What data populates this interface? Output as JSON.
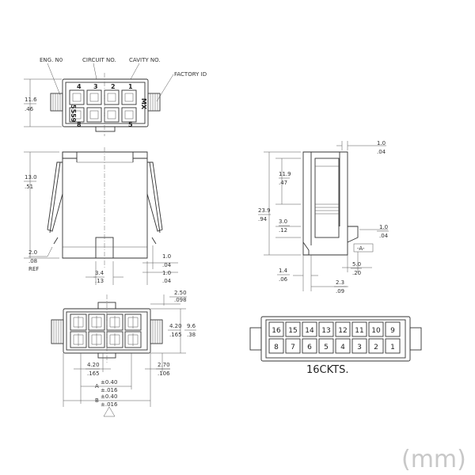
{
  "labels": {
    "eng_no": "ENG. N0",
    "circuit_no": "CIRCUIT NO.",
    "cavity_no": "CAVITY NO.",
    "factory_id": "FACTORY ID",
    "part_mark": "5559",
    "mx_mark": "MX",
    "circuit_count": "16CKTS.",
    "unit": "(mm)",
    "datum_a": "-A-",
    "dim_a_label": "A",
    "dim_b_label": "B"
  },
  "top_view": {
    "top_numbers": [
      "4",
      "3",
      "2",
      "1"
    ],
    "bottom_numbers": [
      "8",
      "5"
    ],
    "dim_height": [
      "11.6",
      ".46"
    ]
  },
  "front_view": {
    "dim_height": [
      "13.0",
      ".51"
    ],
    "dim_offset": [
      "2.0",
      ".08",
      "REF"
    ],
    "dim_bottom_a": [
      "3.4",
      ".13"
    ],
    "dim_right_a": [
      "1.0",
      ".04"
    ],
    "dim_right_b": [
      "1.0",
      ".04"
    ]
  },
  "side_view": {
    "dim_top": [
      "1.0",
      ".04"
    ],
    "dim_upper": [
      "11.9",
      ".47"
    ],
    "dim_total": [
      "23.9",
      ".94"
    ],
    "dim_mid": [
      "3.0",
      ".12"
    ],
    "dim_right": [
      "1.0",
      ".04"
    ],
    "dim_bottom_a": [
      "5.0",
      ".20"
    ],
    "dim_bottom_b": [
      "1.4",
      ".06"
    ],
    "dim_bottom_c": [
      "2.3",
      ".09"
    ]
  },
  "bottom_view": {
    "dim_pitch_v": [
      "2.50",
      ".098"
    ],
    "dim_row": [
      "4.20",
      ".165"
    ],
    "dim_height": [
      "9.6",
      ".38"
    ],
    "dim_pitch_h": [
      "4.20",
      ".165"
    ],
    "dim_edge": [
      "2.70",
      ".106"
    ],
    "tol_a": [
      "±0.40",
      "±.016"
    ],
    "tol_b": [
      "±0.40",
      "±.016"
    ]
  },
  "face_view": {
    "top_row": [
      "16",
      "15",
      "14",
      "13",
      "12",
      "11",
      "10",
      "9"
    ],
    "bottom_row": [
      "8",
      "7",
      "6",
      "5",
      "4",
      "3",
      "2",
      "1"
    ]
  }
}
